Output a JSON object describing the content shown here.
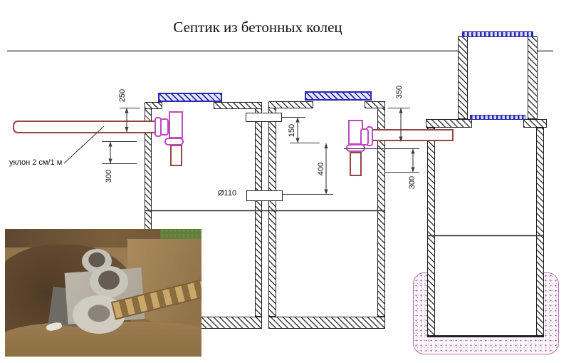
{
  "title": "Септик из бетонных колец",
  "annotations": {
    "slope_note": "уклон 2 см/1 м",
    "pipe_diameter": "Ø110"
  },
  "dimensions_mm": {
    "inlet_cover_to_pipe": "250",
    "inlet_pipe_drop": "300",
    "tank1_to_tank2_drop": "150",
    "tank2_outlet_drop": "400",
    "surface_to_outlet": "350",
    "outlet_to_well_drop": "300"
  },
  "colors": {
    "cover-blue": "#2a2ab2",
    "pipe-red": "#96463e",
    "fitting-magenta": "#bf49bf",
    "gravel-purple": "#b478b4",
    "line-dark": "#3b3b3b"
  }
}
